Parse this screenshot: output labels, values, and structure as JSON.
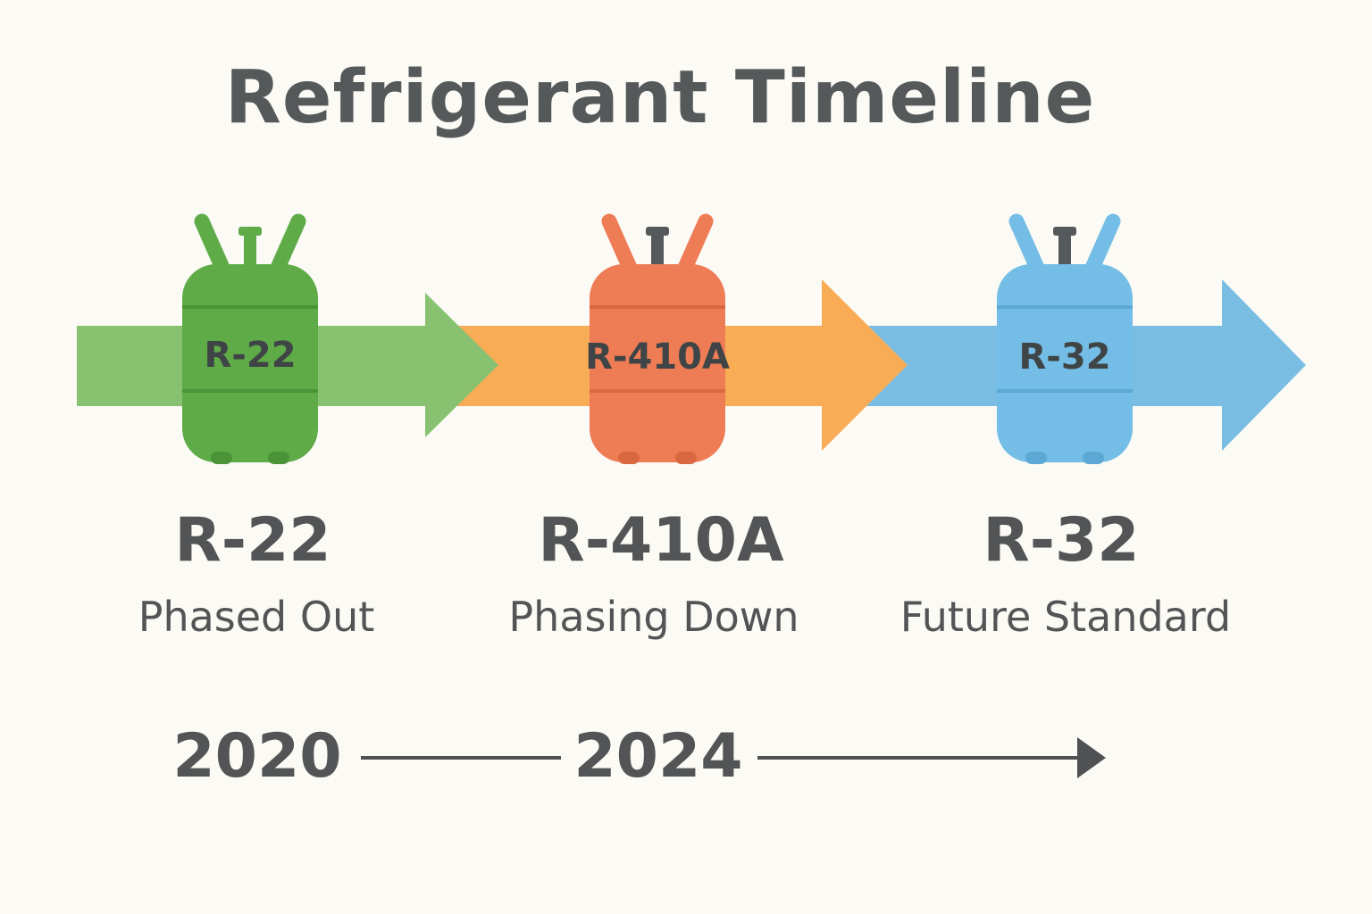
{
  "title": "Refrigerant Timeline",
  "stages": [
    {
      "cylinder_label": "R-22",
      "name": "R-22",
      "status": "Phased Out",
      "arrow_color": "#88c270",
      "cylinder_color": "#5fab48",
      "cylinder_dark": "#4a9437",
      "valve_color": "#5fab48"
    },
    {
      "cylinder_label": "R-410A",
      "name": "R-410A",
      "status": "Phasing Down",
      "arrow_color": "#f9ac56",
      "cylinder_color": "#ee7c55",
      "cylinder_dark": "#d96840",
      "valve_color": "#55595b"
    },
    {
      "cylinder_label": "R-32",
      "name": "R-32",
      "status": "Future Standard",
      "arrow_color": "#79bde3",
      "cylinder_color": "#74bde6",
      "cylinder_dark": "#5ca8d4",
      "valve_color": "#55595b"
    }
  ],
  "years": [
    "2020",
    "2024"
  ],
  "line_color": "#4f5152"
}
